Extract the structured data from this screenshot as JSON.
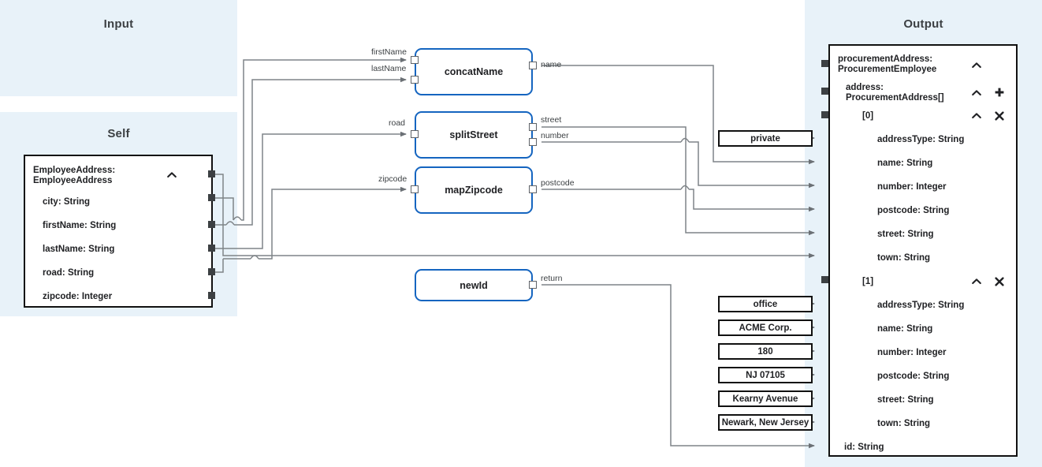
{
  "panels": {
    "input": {
      "title": "Input"
    },
    "self": {
      "title": "Self"
    },
    "output": {
      "title": "Output"
    }
  },
  "self_node": {
    "title_line1": "EmployeeAddress:",
    "title_line2": "EmployeeAddress",
    "collapse_icon": "chevron-up-icon",
    "fields": [
      {
        "label": "city: String"
      },
      {
        "label": "firstName: String"
      },
      {
        "label": "lastName: String"
      },
      {
        "label": "road: String"
      },
      {
        "label": "zipcode: Integer"
      }
    ]
  },
  "functions": [
    {
      "name": "concatName",
      "inputs": [
        "firstName",
        "lastName"
      ],
      "outputs": [
        "name"
      ]
    },
    {
      "name": "splitStreet",
      "inputs": [
        "road"
      ],
      "outputs": [
        "street",
        "number"
      ]
    },
    {
      "name": "mapZipcode",
      "inputs": [
        "zipcode"
      ],
      "outputs": [
        "postcode"
      ]
    },
    {
      "name": "newId",
      "inputs": [],
      "outputs": [
        "return"
      ]
    }
  ],
  "literals": [
    {
      "value": "private"
    },
    {
      "value": "office"
    },
    {
      "value": "ACME Corp."
    },
    {
      "value": "180"
    },
    {
      "value": "NJ 07105"
    },
    {
      "value": "Kearny Avenue"
    },
    {
      "value": "Newark, New Jersey"
    }
  ],
  "output_node": {
    "title_line1": "procurementAddress:",
    "title_line2": "ProcurementEmployee",
    "rows": [
      {
        "id": "root",
        "line1": "procurementAddress:",
        "line2": "ProcurementEmployee",
        "indent": 0,
        "icons": [
          "chevron-up-icon"
        ]
      },
      {
        "id": "address",
        "line1": "address:",
        "line2": "ProcurementAddress[]",
        "indent": 1,
        "icons": [
          "chevron-up-icon",
          "plus-icon"
        ]
      },
      {
        "id": "idx0",
        "line1": "[0]",
        "line2": "",
        "indent": 2,
        "icons": [
          "chevron-up-icon",
          "close-icon"
        ]
      },
      {
        "id": "a0-type",
        "line1": "addressType: String",
        "line2": "",
        "indent": 3,
        "icons": []
      },
      {
        "id": "a0-name",
        "line1": "name: String",
        "line2": "",
        "indent": 3,
        "icons": []
      },
      {
        "id": "a0-number",
        "line1": "number: Integer",
        "line2": "",
        "indent": 3,
        "icons": []
      },
      {
        "id": "a0-postcode",
        "line1": "postcode: String",
        "line2": "",
        "indent": 3,
        "icons": []
      },
      {
        "id": "a0-street",
        "line1": "street: String",
        "line2": "",
        "indent": 3,
        "icons": []
      },
      {
        "id": "a0-town",
        "line1": "town: String",
        "line2": "",
        "indent": 3,
        "icons": []
      },
      {
        "id": "idx1",
        "line1": "[1]",
        "line2": "",
        "indent": 2,
        "icons": [
          "chevron-up-icon",
          "close-icon"
        ]
      },
      {
        "id": "a1-type",
        "line1": "addressType: String",
        "line2": "",
        "indent": 3,
        "icons": []
      },
      {
        "id": "a1-name",
        "line1": "name: String",
        "line2": "",
        "indent": 3,
        "icons": []
      },
      {
        "id": "a1-number",
        "line1": "number: Integer",
        "line2": "",
        "indent": 3,
        "icons": []
      },
      {
        "id": "a1-postcode",
        "line1": "postcode: String",
        "line2": "",
        "indent": 3,
        "icons": []
      },
      {
        "id": "a1-street",
        "line1": "street: String",
        "line2": "",
        "indent": 3,
        "icons": []
      },
      {
        "id": "a1-town",
        "line1": "town: String",
        "line2": "",
        "indent": 3,
        "icons": []
      },
      {
        "id": "id",
        "line1": "id: String",
        "line2": "",
        "indent": 0,
        "icons": []
      }
    ]
  },
  "colors": {
    "panel_bg": "#e8f2f9",
    "function_border": "#1565c0",
    "node_border": "#111111",
    "wire": "#7f8488",
    "text": "#202124"
  }
}
